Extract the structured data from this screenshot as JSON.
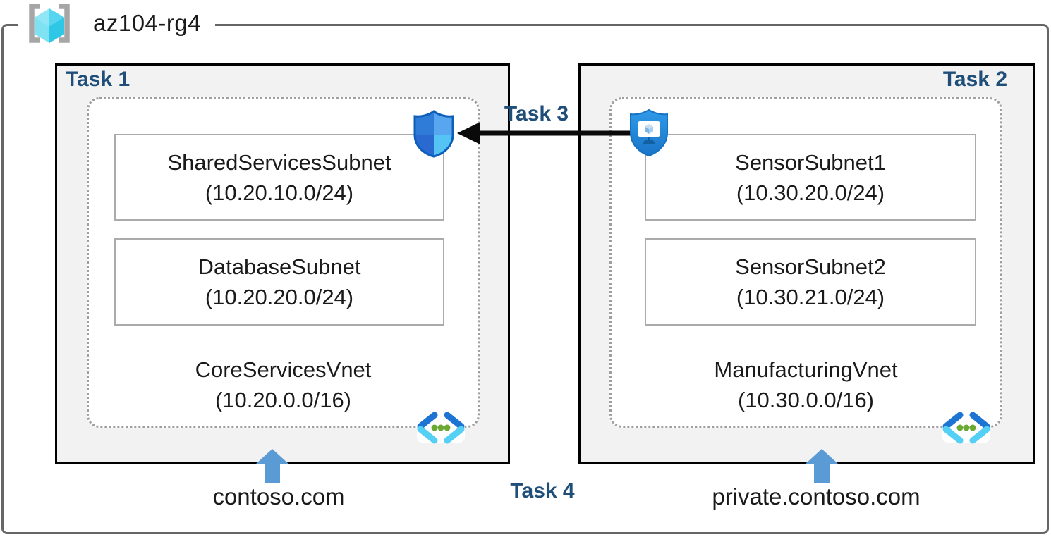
{
  "resource_group": {
    "name": "az104-rg4"
  },
  "left_box": {
    "task_label": "Task 1",
    "subnets": [
      {
        "name": "SharedServicesSubnet",
        "cidr": "(10.20.10.0/24)"
      },
      {
        "name": "DatabaseSubnet",
        "cidr": "(10.20.20.0/24)"
      }
    ],
    "vnet": {
      "name": "CoreServicesVnet",
      "cidr": "(10.20.0.0/16)"
    },
    "dns_label": "contoso.com"
  },
  "right_box": {
    "task_label": "Task 2",
    "subnets": [
      {
        "name": "SensorSubnet1",
        "cidr": "(10.30.20.0/24)"
      },
      {
        "name": "SensorSubnet2",
        "cidr": "(10.30.21.0/24)"
      }
    ],
    "vnet": {
      "name": "ManufacturingVnet",
      "cidr": "(10.30.0.0/16)"
    },
    "dns_label": "private.contoso.com"
  },
  "annotations": {
    "task3_label": "Task 3",
    "task4_label": "Task 4"
  },
  "icons": {
    "resource_group": "resource-group-brackets-cube-icon",
    "nsg": "network-security-group-shield-icon",
    "bastion": "bastion-shield-monitor-icon",
    "vnet": "virtual-network-brackets-icon",
    "dns_arrow": "blue-up-arrow-icon",
    "task3_arrow": "black-left-arrow-icon"
  },
  "colors": {
    "task_label_navy": "#1f4e79",
    "box_fill_gray": "#f2f2f2",
    "dns_arrow_blue": "#5b9bd5",
    "dotted_border_gray": "#9e9e9e",
    "outer_border_gray": "#666666",
    "vnet_icon_blue": "#1d74d3",
    "vnet_icon_cyan": "#55d0f5",
    "vnet_icon_green": "#6aa932"
  }
}
